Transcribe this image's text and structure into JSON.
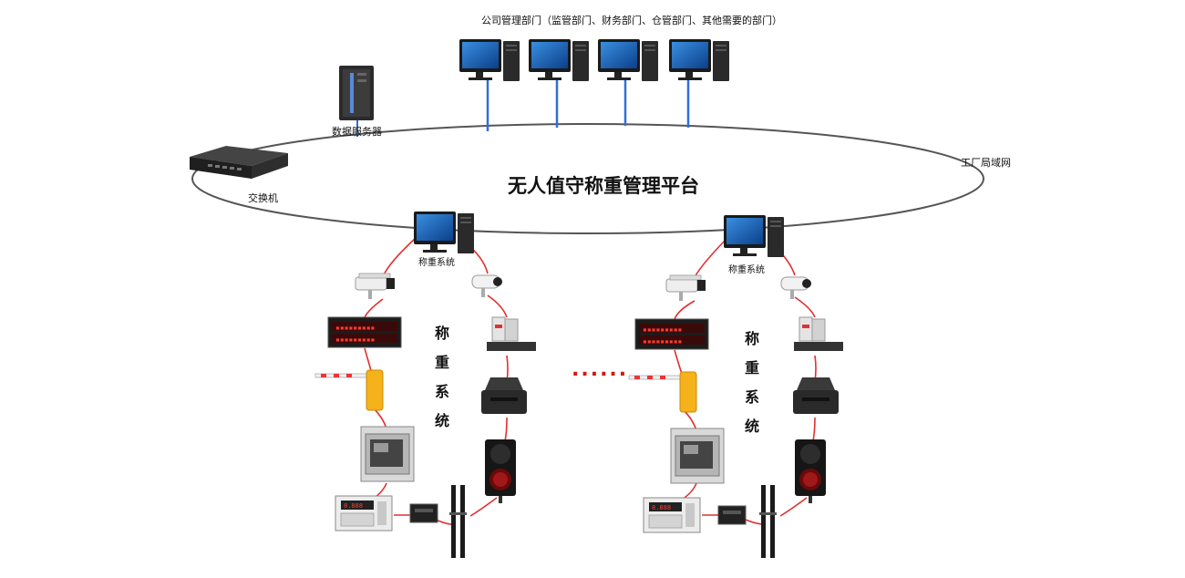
{
  "labels": {
    "departments": "公司管理部门（监管部门、财务部门、仓管部门、其他需要的部门）",
    "data_server": "数据服务器",
    "switch": "交换机",
    "factory_lan": "工厂局域网",
    "platform": "无人值守称重管理平台",
    "weighing_system": "称重系统",
    "weighing_system_vertical": [
      "称",
      "重",
      "系",
      "统"
    ],
    "ellipsis": "......"
  },
  "colors": {
    "network_line": "#2f6fd8",
    "device_link": "#e03030",
    "ring": "#555555",
    "led_text": "#ff3b2f"
  }
}
